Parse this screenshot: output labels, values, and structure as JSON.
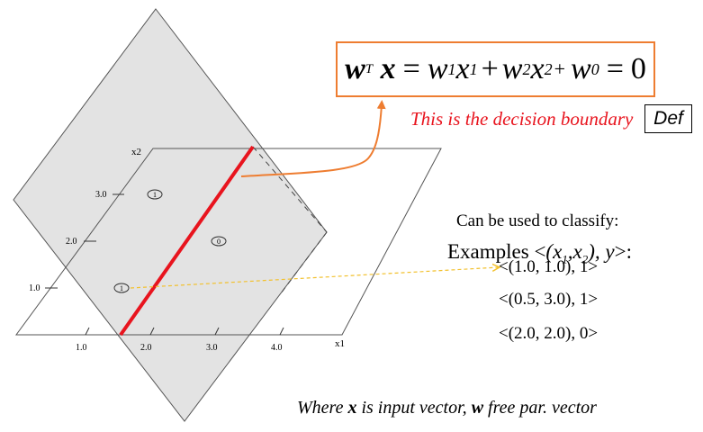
{
  "equation": {
    "w": "w",
    "t": "T",
    "x": "x",
    "eq1": "=",
    "w1": "w",
    "n1": "1",
    "x1": "x",
    "n1b": "1",
    "plus1": "+",
    "w2": "w",
    "n2": "2",
    "x2": "x",
    "n2b": "2",
    "plus2": "+",
    "w0": "w",
    "n0": "0",
    "eq2": "=",
    "zero": "0"
  },
  "boundary_label": "This is the decision boundary",
  "def_label": "Def",
  "classify_label": "Can be used to classify:",
  "examples": {
    "prefix": "Examples <",
    "open": "(x",
    "s1": "1",
    "comma": ",x",
    "s2": "2",
    "close": "), y",
    "suffix": ">:",
    "items": [
      "<(1.0, 1.0),  1>",
      "<(0.5, 3.0),  1>",
      "<(2.0, 2.0),  0>"
    ]
  },
  "footnote": {
    "a": "Where ",
    "b": "x",
    "c": " is input vector, ",
    "d": "w",
    "e": " free par. vector"
  },
  "axes": {
    "x_label": "x1",
    "y_label": "x2",
    "x_ticks": [
      "1.0",
      "2.0",
      "3.0",
      "4.0"
    ],
    "y_ticks": [
      "1.0",
      "2.0",
      "3.0"
    ]
  },
  "points": [
    {
      "label": "1",
      "x1": 0.5,
      "x2": 3.0
    },
    {
      "label": "0",
      "x1": 2.0,
      "x2": 2.0
    },
    {
      "label": "1",
      "x1": 1.0,
      "x2": 1.0
    }
  ],
  "colors": {
    "plane_fill": "#e3e3e3",
    "boundary": "#e8141e",
    "callout_arrow": "#ee7d31",
    "example_arrow": "#f2c12e"
  }
}
